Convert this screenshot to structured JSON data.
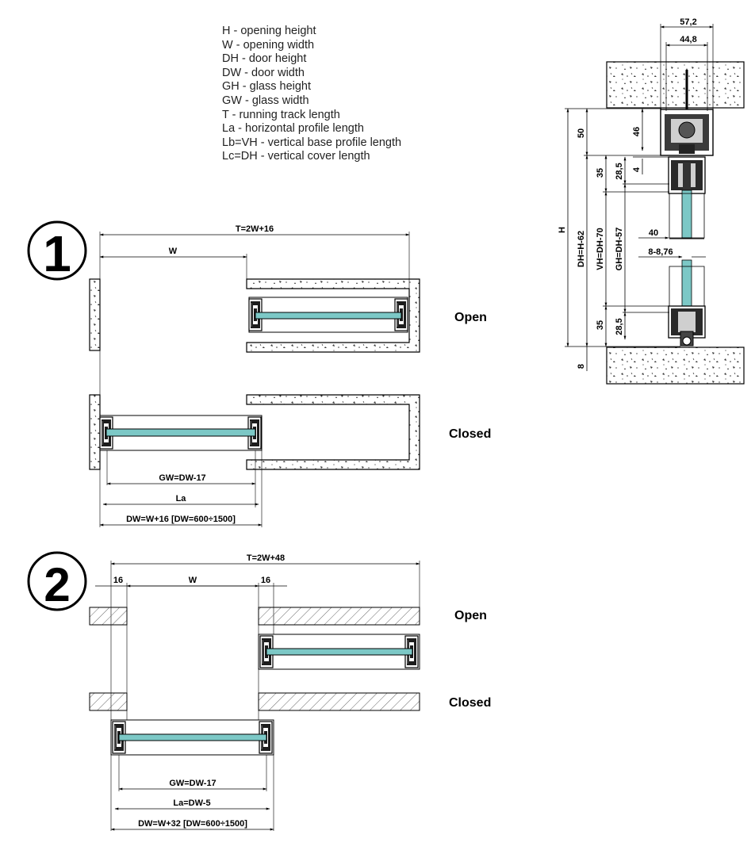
{
  "legend": [
    "H - opening height",
    "W - opening width",
    "DH - door height",
    "DW - door width",
    "GH - glass height",
    "GW - glass width",
    "T - running track length",
    "La - horizontal profile length",
    "Lb=VH - vertical base profile length",
    "Lc=DH - vertical cover length"
  ],
  "section": {
    "top_width_outer": "57,2",
    "top_width_inner": "44,8",
    "h": "H",
    "dh": "DH=H-62",
    "vh": "VH=DH-70",
    "gh": "GH=DH-57",
    "d50": "50",
    "d46": "46",
    "d35_top": "35",
    "d28_top": "28,5",
    "d4": "4",
    "d40": "40",
    "glass_range": "8-8,76",
    "d35_bot": "35",
    "d28_bot": "28,5",
    "d8": "8"
  },
  "variant1": {
    "number": "1",
    "track": "T=2W+16",
    "opening": "W",
    "open_label": "Open",
    "closed_label": "Closed",
    "glass_width": "GW=DW-17",
    "profile_length": "La",
    "door_width": "DW=W+16 [DW=600÷1500]"
  },
  "variant2": {
    "number": "2",
    "track": "T=2W+48",
    "gap_left": "16",
    "opening": "W",
    "gap_right": "16",
    "open_label": "Open",
    "closed_label": "Closed",
    "glass_width": "GW=DW-17",
    "profile_length": "La=DW-5",
    "door_width": "DW=W+32 [DW=600÷1500]"
  },
  "colors": {
    "glass": "#7cc8c6",
    "line": "#000000",
    "hatch": "#666666"
  }
}
